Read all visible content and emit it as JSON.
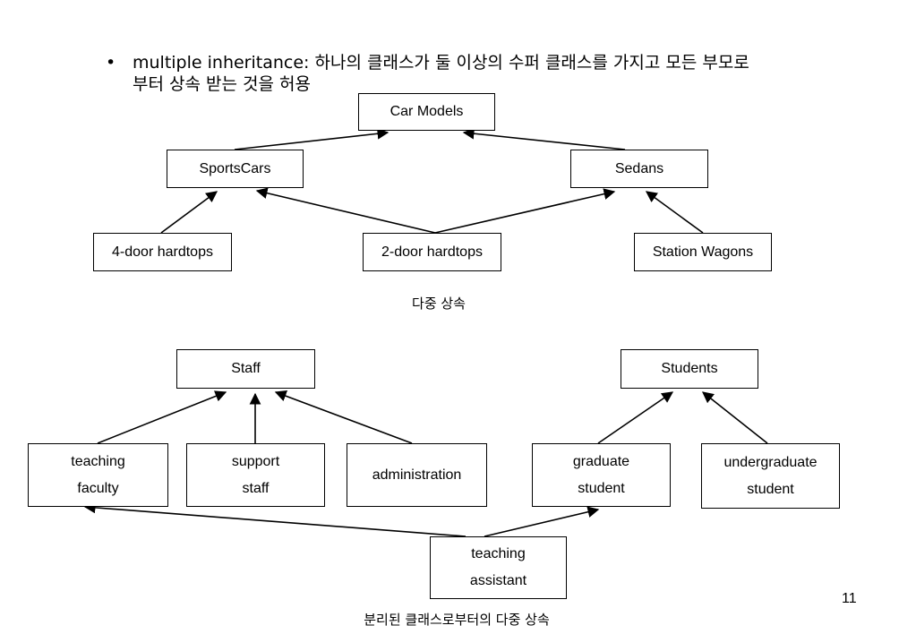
{
  "bullet": {
    "symbol": "•",
    "term": "multiple inheritance:",
    "line1": "하나의 클래스가 둘 이상의 수퍼 클래스를 가지고 모든 부모로",
    "line2": "부터 상속 받는 것을 허용"
  },
  "diagram1": {
    "caption": "다중 상속",
    "nodes": {
      "car_models": "Car Models",
      "sportscars": "SportsCars",
      "sedans": "Sedans",
      "four_door": "4-door hardtops",
      "two_door": "2-door hardtops",
      "station_wagons": "Station Wagons"
    }
  },
  "diagram2": {
    "caption": "분리된 클래스로부터의 다중 상속",
    "nodes": {
      "staff": "Staff",
      "students": "Students",
      "teaching_faculty": [
        "teaching",
        "faculty"
      ],
      "support_staff": [
        "support",
        "staff"
      ],
      "administration": "administration",
      "graduate_student": [
        "graduate",
        "student"
      ],
      "undergraduate_student": [
        "undergraduate",
        "student"
      ],
      "teaching_assistant": [
        "teaching",
        "assistant"
      ]
    }
  },
  "page_number": "11"
}
